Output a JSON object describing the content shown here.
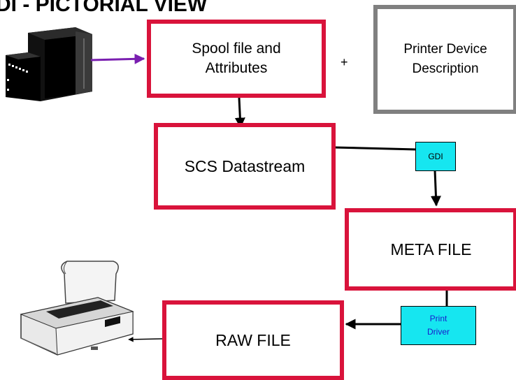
{
  "title": "DI - PICTORIAL VIEW",
  "boxes": {
    "spool": "Spool file and Attributes",
    "printer_desc": "Printer Device Description",
    "scs": "SCS Datastream",
    "meta": "META FILE",
    "raw": "RAW FILE"
  },
  "plus": "+",
  "tags": {
    "gdi": "GDI",
    "print_driver": "Print Driver"
  },
  "colors": {
    "red_border": "#d9133b",
    "gray_border": "#808080",
    "tag_fill": "#16e6f0",
    "purple_arrow": "#7a1fb0",
    "tag_text_blue": "#1a1acc"
  },
  "icons": [
    "server-icon",
    "printer-icon"
  ]
}
